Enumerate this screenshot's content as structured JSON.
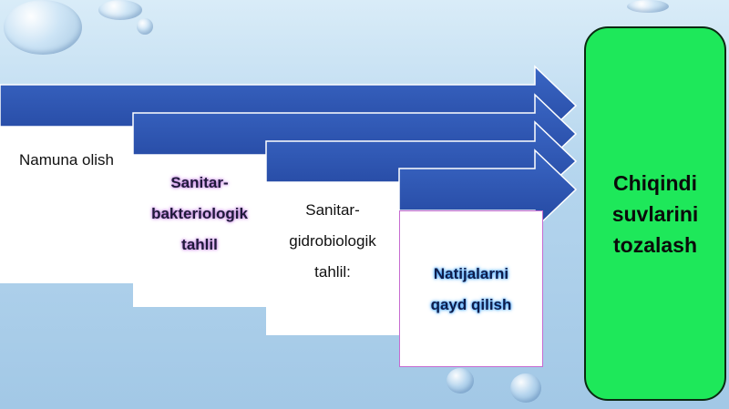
{
  "steps": [
    {
      "lines": [
        "Namuna olish"
      ]
    },
    {
      "lines": [
        "Sanitar-",
        "bakteriologik",
        "tahlil"
      ]
    },
    {
      "lines": [
        "Sanitar-",
        "gidrobiologik",
        "tahlil:"
      ]
    },
    {
      "lines": [
        "Natijalarni",
        "qayd qilish"
      ]
    }
  ],
  "final": {
    "lines": [
      "Chiqindi",
      "suvlarini",
      "tozalash"
    ]
  },
  "colors": {
    "arrow": "#2b52ad",
    "final_fill": "#1ee85a",
    "background": "#b6d6ee"
  }
}
